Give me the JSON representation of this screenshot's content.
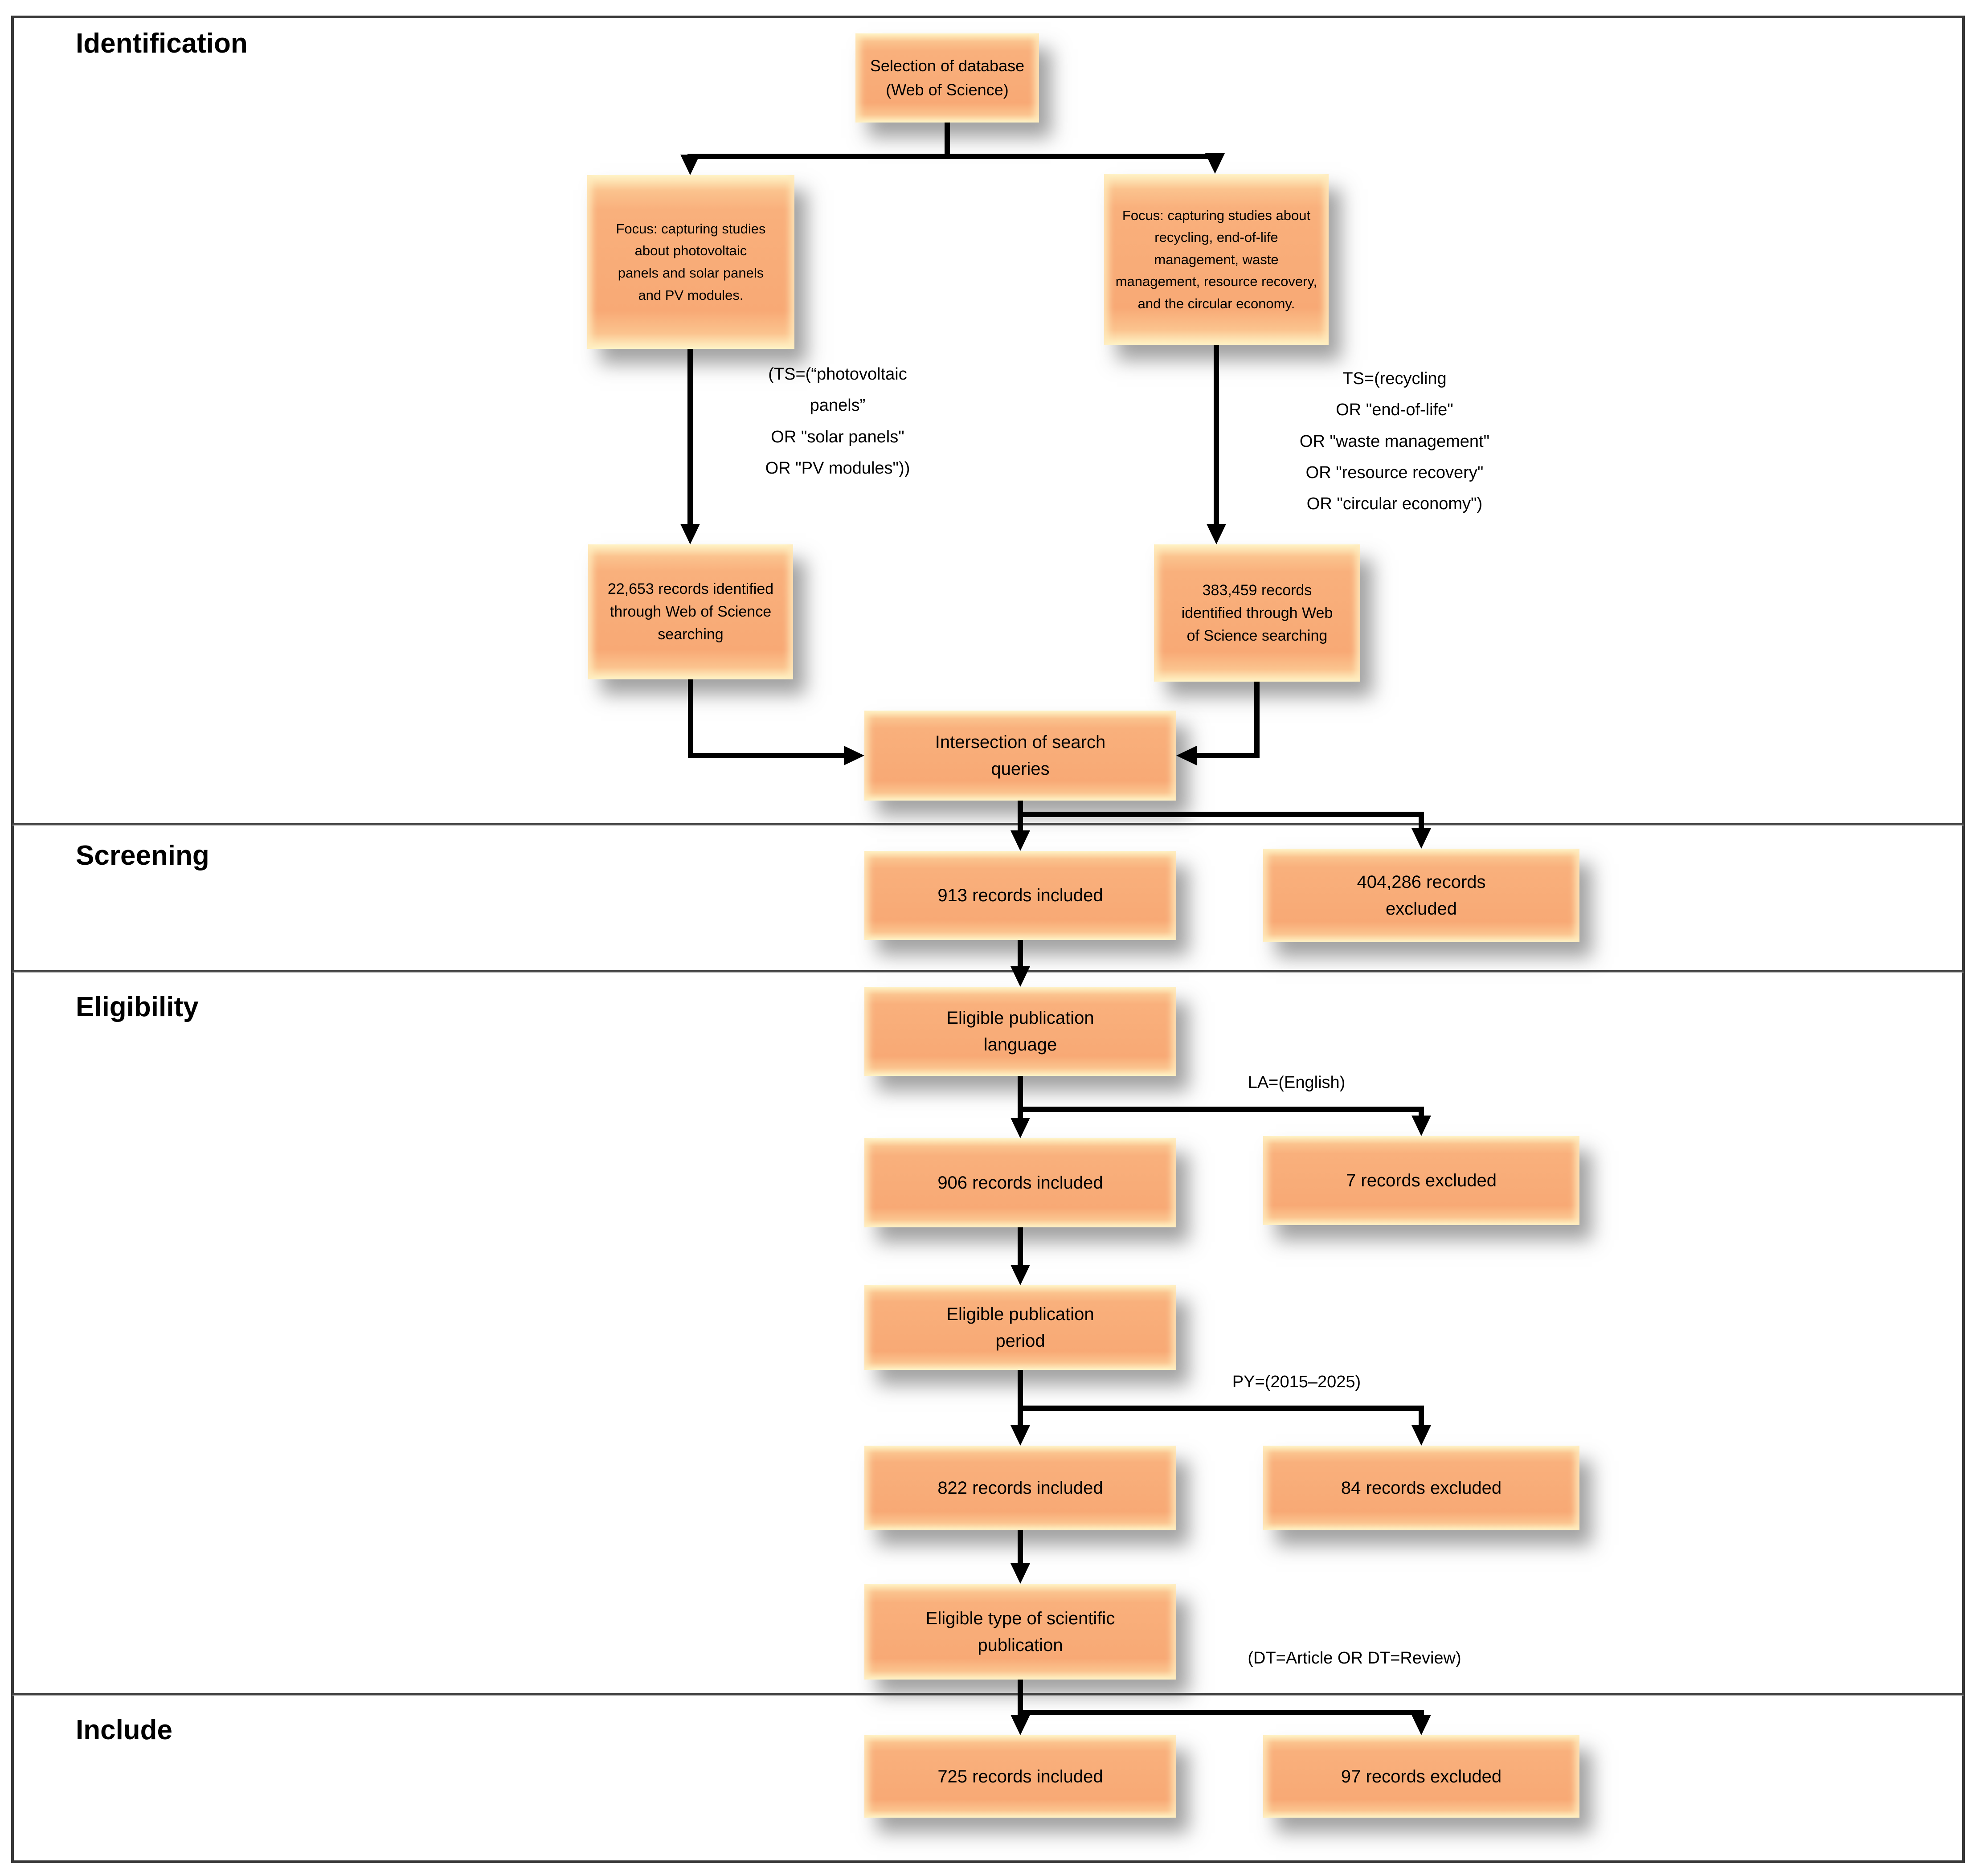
{
  "figure": {
    "sections": {
      "identification": "Identification",
      "screening": "Screening",
      "eligibility": "Eligibility",
      "include": "Include"
    },
    "boxes": {
      "selection": "Selection of database\n(Web of Science)",
      "focus_pv": "Focus: capturing studies\nabout photovoltaic\npanels and solar panels\nand PV modules.",
      "focus_recycling": "Focus: capturing studies about\nrecycling, end-of-life\nmanagement, waste\nmanagement, resource recovery,\nand the circular economy.",
      "records_pv": "22,653 records identified\nthrough Web of Science\nsearching",
      "records_recycling": "383,459 records\nidentified through Web\nof Science searching",
      "intersection": "Intersection of search\nqueries",
      "screening_included": "913 records included",
      "screening_excluded": "404,286 records\nexcluded",
      "language": "Eligible publication\nlanguage",
      "language_included": "906 records included",
      "language_excluded": "7 records excluded",
      "period": "Eligible publication\nperiod",
      "period_included": "822 records included",
      "period_excluded": "84 records excluded",
      "type": "Eligible type of scientific\npublication",
      "type_included": "725 records included",
      "type_excluded": "97 records excluded"
    },
    "annotations": {
      "query_pv": "(TS=(“photovoltaic\npanels”\nOR \"solar panels\"\nOR \"PV modules\"))",
      "query_recycling": "TS=(recycling\nOR \"end-of-life\"\nOR \"waste management\"\nOR \"resource recovery\"\nOR \"circular economy\")",
      "language_filter": "LA=(English)",
      "period_filter": "PY=(2015–2025)",
      "type_filter": "(DT=Article OR DT=Review)"
    },
    "colors": {
      "box_fill": "#F8A975",
      "box_highlight": "#FFF3C6",
      "arrow": "#000000",
      "frame_border": "#383838"
    }
  }
}
